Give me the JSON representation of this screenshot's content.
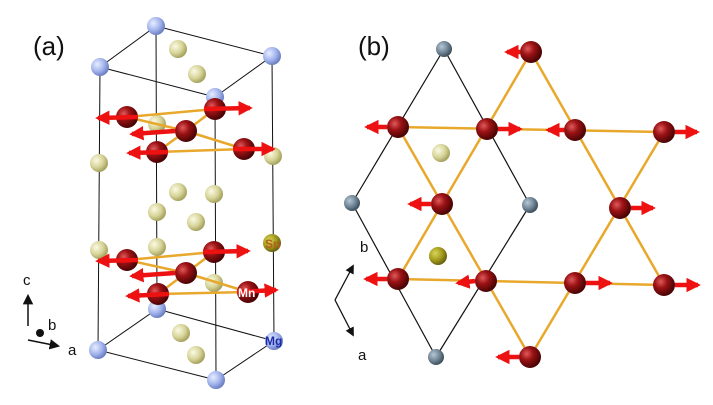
{
  "panels": [
    {
      "id": "a",
      "label": "(a)"
    },
    {
      "id": "b",
      "label": "(b)"
    }
  ],
  "panel_a": {
    "axes": {
      "c": "c",
      "b": "b",
      "a": "a"
    },
    "atom_labels": {
      "sn": "Sn",
      "mn": "Mn",
      "mg": "Mg"
    }
  },
  "panel_b": {
    "axes": {
      "b": "b",
      "a": "a"
    }
  },
  "colors": {
    "mn": "#8b0d10",
    "sn": "#d9d79e",
    "sn_dark": "#a29a1c",
    "mg_light": "#9fb1ea",
    "mg_dark": "#6f8596",
    "bond": "#e8a82c",
    "moment": "#ee1111",
    "cell": "#111111",
    "sn_label": "#b25f1c",
    "mg_label": "#1a2aa8",
    "mn_label": "#ffffff"
  }
}
